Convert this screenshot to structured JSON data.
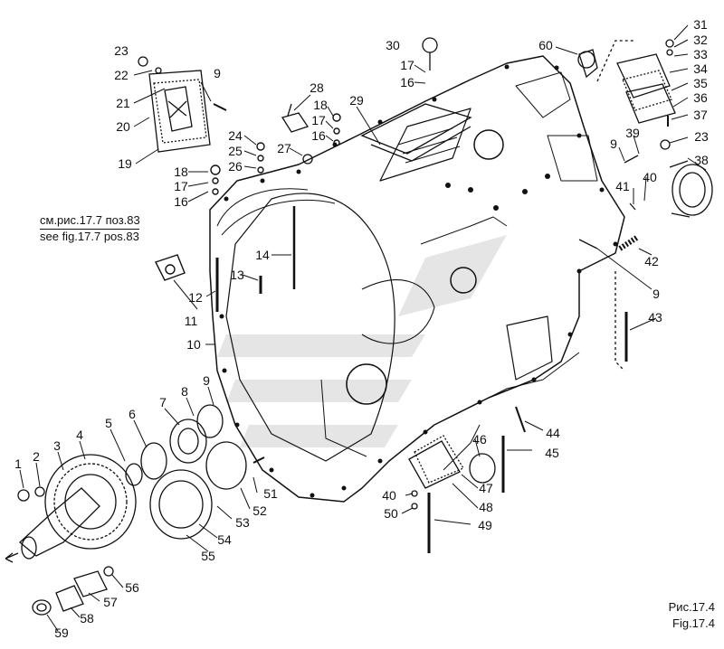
{
  "parts": [
    {
      "id": "p1",
      "label": "1"
    },
    {
      "id": "p2",
      "label": "2"
    },
    {
      "id": "p3",
      "label": "3"
    },
    {
      "id": "p4",
      "label": "4"
    },
    {
      "id": "p5",
      "label": "5"
    },
    {
      "id": "p6",
      "label": "6"
    },
    {
      "id": "p7",
      "label": "7"
    },
    {
      "id": "p8",
      "label": "8"
    },
    {
      "id": "p9a",
      "label": "9"
    },
    {
      "id": "p9b",
      "label": "9"
    },
    {
      "id": "p9c",
      "label": "9"
    },
    {
      "id": "p9d",
      "label": "9"
    },
    {
      "id": "p10",
      "label": "10"
    },
    {
      "id": "p11",
      "label": "11"
    },
    {
      "id": "p12",
      "label": "12"
    },
    {
      "id": "p13",
      "label": "13"
    },
    {
      "id": "p14",
      "label": "14"
    },
    {
      "id": "p16a",
      "label": "16"
    },
    {
      "id": "p16b",
      "label": "16"
    },
    {
      "id": "p16c",
      "label": "16"
    },
    {
      "id": "p17a",
      "label": "17"
    },
    {
      "id": "p17b",
      "label": "17"
    },
    {
      "id": "p17c",
      "label": "17"
    },
    {
      "id": "p18a",
      "label": "18"
    },
    {
      "id": "p18b",
      "label": "18"
    },
    {
      "id": "p19",
      "label": "19"
    },
    {
      "id": "p20",
      "label": "20"
    },
    {
      "id": "p21",
      "label": "21"
    },
    {
      "id": "p22",
      "label": "22"
    },
    {
      "id": "p23a",
      "label": "23"
    },
    {
      "id": "p23b",
      "label": "23"
    },
    {
      "id": "p24",
      "label": "24"
    },
    {
      "id": "p25",
      "label": "25"
    },
    {
      "id": "p26",
      "label": "26"
    },
    {
      "id": "p27",
      "label": "27"
    },
    {
      "id": "p28",
      "label": "28"
    },
    {
      "id": "p29",
      "label": "29"
    },
    {
      "id": "p30",
      "label": "30"
    },
    {
      "id": "p31",
      "label": "31"
    },
    {
      "id": "p32",
      "label": "32"
    },
    {
      "id": "p33",
      "label": "33"
    },
    {
      "id": "p34",
      "label": "34"
    },
    {
      "id": "p35",
      "label": "35"
    },
    {
      "id": "p36",
      "label": "36"
    },
    {
      "id": "p37",
      "label": "37"
    },
    {
      "id": "p38",
      "label": "38"
    },
    {
      "id": "p39",
      "label": "39"
    },
    {
      "id": "p40a",
      "label": "40"
    },
    {
      "id": "p40b",
      "label": "40"
    },
    {
      "id": "p41",
      "label": "41"
    },
    {
      "id": "p42",
      "label": "42"
    },
    {
      "id": "p43",
      "label": "43"
    },
    {
      "id": "p44",
      "label": "44"
    },
    {
      "id": "p45",
      "label": "45"
    },
    {
      "id": "p46",
      "label": "46"
    },
    {
      "id": "p47",
      "label": "47"
    },
    {
      "id": "p48",
      "label": "48"
    },
    {
      "id": "p49",
      "label": "49"
    },
    {
      "id": "p50",
      "label": "50"
    },
    {
      "id": "p51",
      "label": "51"
    },
    {
      "id": "p52",
      "label": "52"
    },
    {
      "id": "p53",
      "label": "53"
    },
    {
      "id": "p54",
      "label": "54"
    },
    {
      "id": "p55",
      "label": "55"
    },
    {
      "id": "p56",
      "label": "56"
    },
    {
      "id": "p57",
      "label": "57"
    },
    {
      "id": "p58",
      "label": "58"
    },
    {
      "id": "p59",
      "label": "59"
    },
    {
      "id": "p60",
      "label": "60"
    }
  ],
  "reference": {
    "ru": "см.рис.17.7 поз.83",
    "en": "see fig.17.7 pos.83"
  },
  "caption": {
    "ru": "Рис.17.4",
    "en": "Fig.17.4"
  },
  "colors": {
    "ink": "#111111",
    "watermark": "#c8c8c8"
  }
}
